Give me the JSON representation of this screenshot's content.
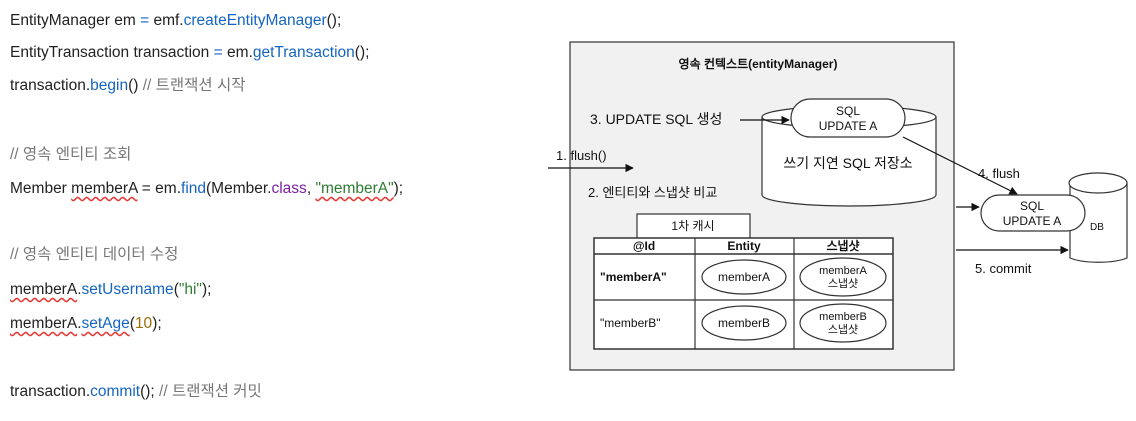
{
  "code": {
    "l1": {
      "a": "EntityManager em ",
      "b": "=",
      "c": " emf.",
      "d": "createEntityManager",
      "e": "();"
    },
    "l2": {
      "a": "EntityTransaction transaction ",
      "b": "=",
      "c": " em.",
      "d": "getTransaction",
      "e": "();"
    },
    "l3": {
      "a": "transaction.",
      "b": "begin",
      "c": "() ",
      "d": "// 트랜잭션 시작"
    },
    "l4": {
      "a": "// 영속 엔티티 조회"
    },
    "l5": {
      "a": "Member ",
      "b": "memberA",
      "c": " = em.",
      "d": "find",
      "e": "(Member.",
      "f": "class",
      "g": ", ",
      "h": "\"memberA\"",
      "i": ");"
    },
    "l6": {
      "a": "// 영속 엔티티 데이터 수정"
    },
    "l7": {
      "a": "memberA",
      "b": ".",
      "c": "setUsername",
      "d": "(",
      "e": "\"hi\"",
      "f": ");"
    },
    "l8": {
      "a": "memberA",
      "b": ".",
      "c": "setAge",
      "d": "(",
      "e": "10",
      "f": ");"
    },
    "l9": {
      "a": "transaction.",
      "b": "commit",
      "c": "(); ",
      "d": "// 트랜잭션 커밋"
    }
  },
  "diagram": {
    "context_title": "영속 컨텍스트(entityManager)",
    "step1": "1. flush()",
    "step2": "2. 엔티티와 스냅샷 비교",
    "step3": "3. UPDATE SQL 생성",
    "step4": "4. flush",
    "step5": "5. commit",
    "sql_store_label": "쓰기 지연 SQL 저장소",
    "sql_box": {
      "line1": "SQL",
      "line2": "UPDATE A"
    },
    "db_sql": {
      "line1": "SQL",
      "line2": "UPDATE A"
    },
    "db_label": "DB",
    "cache_label": "1차 캐시",
    "table_headers": [
      "@Id",
      "Entity",
      "스냅샷"
    ],
    "rows": [
      {
        "id": "\"memberA\"",
        "entity": "memberA",
        "snap1": "memberA",
        "snap2": "스냅샷"
      },
      {
        "id": "\"memberB\"",
        "entity": "memberB",
        "snap1": "memberB",
        "snap2": "스냅샷"
      }
    ]
  }
}
